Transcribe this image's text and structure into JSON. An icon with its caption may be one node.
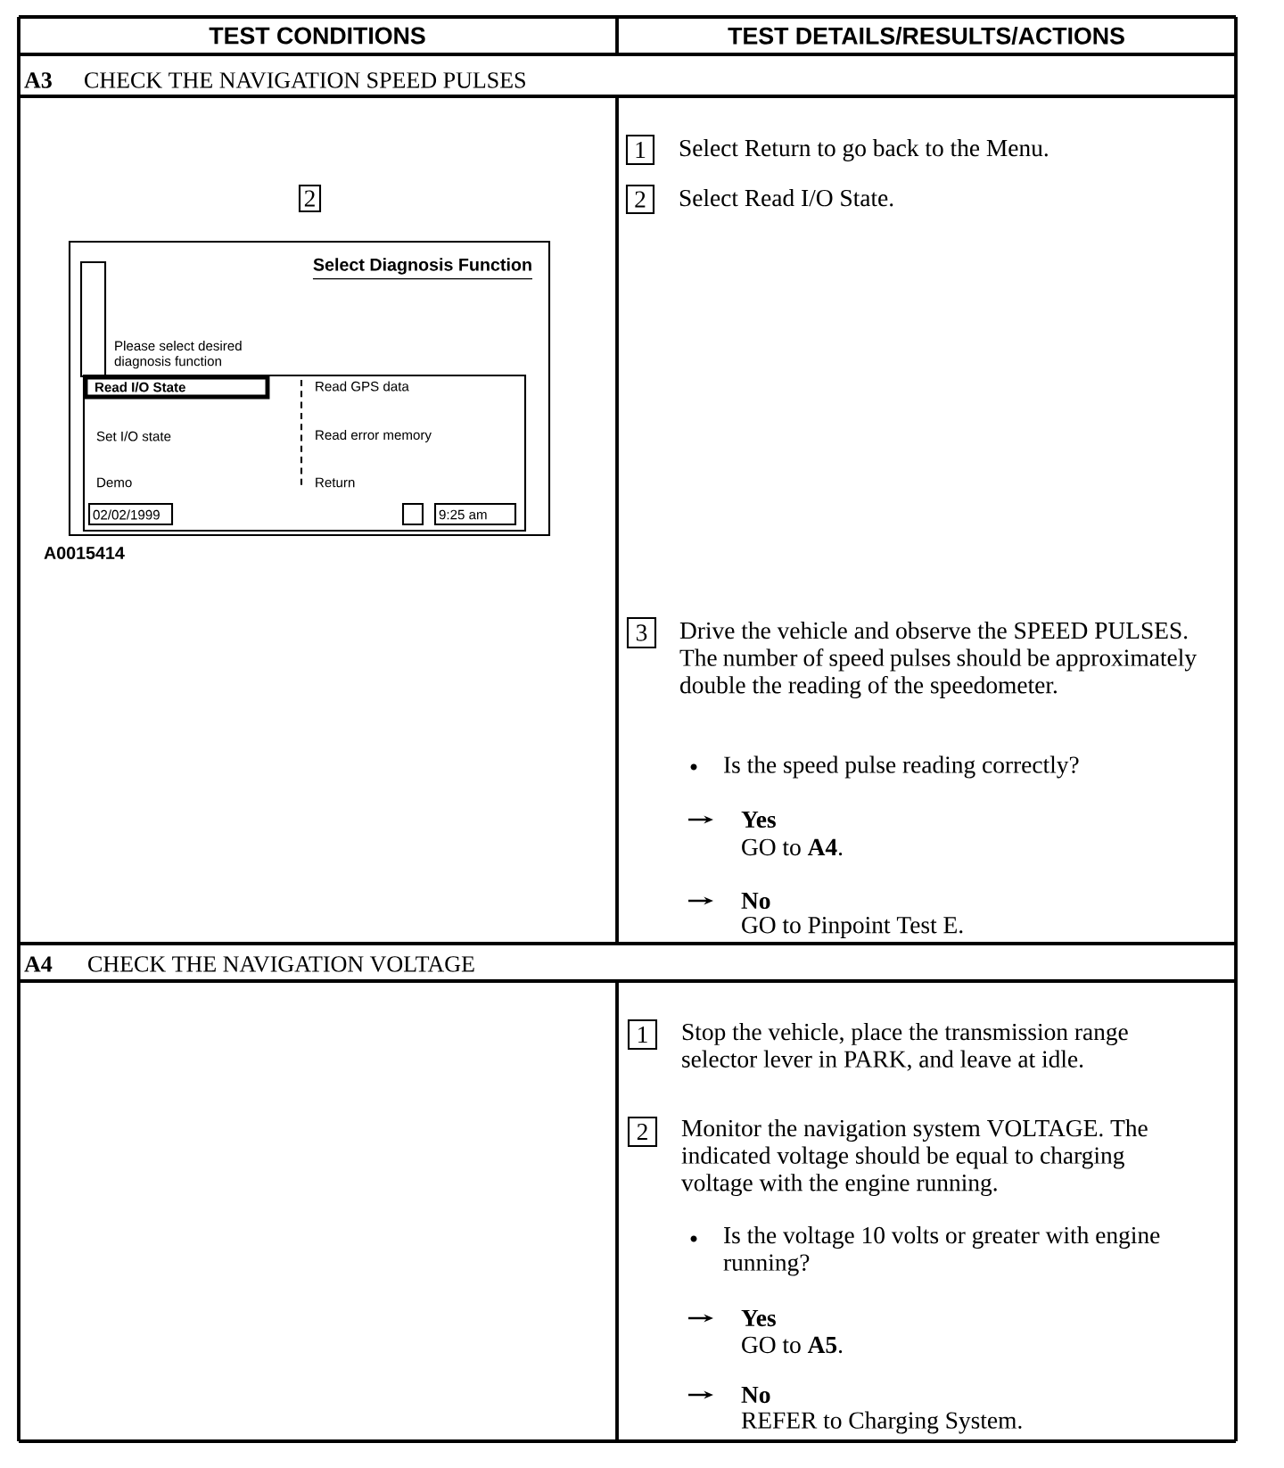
{
  "diagram": {
    "nodes": [
      {
        "text": [
          "1"
        ],
        "beside": [
          "Select Return to go back to the Menu."
        ]
      },
      {
        "text": [
          "2"
        ],
        "beside": [
          "Select Read I/O State."
        ]
      },
      {
        "text": [
          "2"
        ]
      },
      {
        "text": [
          "Select Diagnosis Function",
          "Please select desired diagnosis function"
        ]
      },
      {
        "text": [],
        "shape": "box",
        "in": 3
      },
      {
        "text": [
          "Read GPS data",
          "Set I/O state",
          "Read error memory",
          "Demo",
          "Return"
        ],
        "in": 3
      },
      {
        "text": [
          "Read I/O State"
        ],
        "in": 5
      },
      {
        "text": [
          "02/02/1999"
        ],
        "in": 5
      },
      {
        "text": [],
        "shape": "box",
        "in": 5
      },
      {
        "text": [
          "9:25 am"
        ],
        "in": 5
      },
      {
        "text": [
          "3"
        ],
        "beside": [
          "Drive the vehicle and observe the SPEED PULSES. The number of speed pulses should be approximately double the reading of the speedometer."
        ]
      },
      {
        "text": [
          "1"
        ],
        "beside": [
          "Stop the vehicle, place the transmission range selector lever in PARK, and leave at idle."
        ]
      },
      {
        "text": [
          "2"
        ],
        "beside": [
          "Monitor the navigation system VOLTAGE. The indicated voltage should be equal to charging voltage with the engine running."
        ]
      }
    ],
    "labels": [
      "TEST CONDITIONS",
      "TEST DETAILS/RESULTS/ACTIONS",
      "A3",
      "CHECK THE NAVIGATION SPEED PULSES",
      "A0015414",
      "Is the speed pulse reading correctly?",
      "Yes",
      "GO to **A4**.",
      "No",
      "GO to Pinpoint Test E.",
      "A4",
      "CHECK THE NAVIGATION VOLTAGE",
      "Is the voltage 10 volts or greater with engine running?",
      "Yes",
      "GO to **A5**.",
      "No",
      "REFER to Charging System."
    ]
  }
}
